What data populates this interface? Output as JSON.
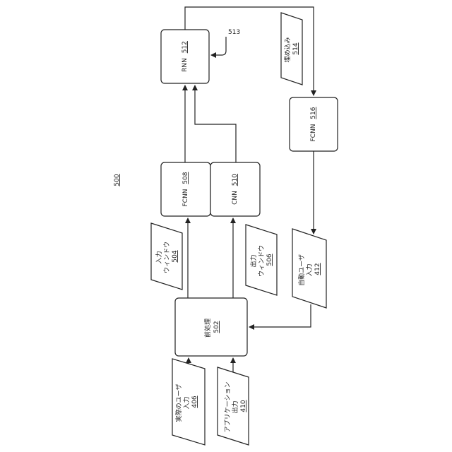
{
  "figure": {
    "ref": "500"
  },
  "nodes": {
    "actual_user_input": {
      "label_lines": [
        "実際のユーザ",
        "入力"
      ],
      "ref": "406"
    },
    "app_output": {
      "label_lines": [
        "アプリケーション",
        "出力"
      ],
      "ref": "410"
    },
    "preprocess": {
      "label": "前処理",
      "ref": "502"
    },
    "input_window": {
      "label_lines": [
        "入力",
        "ウィンドウ"
      ],
      "ref": "504"
    },
    "output_window": {
      "label_lines": [
        "出力",
        "ウィンドウ"
      ],
      "ref": "506"
    },
    "fcnn_508": {
      "label": "FCNN",
      "ref": "508"
    },
    "cnn_510": {
      "label": "CNN",
      "ref": "510"
    },
    "rnn_512": {
      "label": "RNN",
      "ref": "512"
    },
    "embedding": {
      "label": "埋め込み",
      "ref": "514"
    },
    "fcnn_516": {
      "label": "FCNN",
      "ref": "516"
    },
    "auto_user_input": {
      "label_lines": [
        "自動ユーザ",
        "入力"
      ],
      "ref": "412"
    }
  },
  "callouts": {
    "loop_ref": "513"
  },
  "colors": {
    "stroke": "#222222",
    "background": "#ffffff"
  }
}
